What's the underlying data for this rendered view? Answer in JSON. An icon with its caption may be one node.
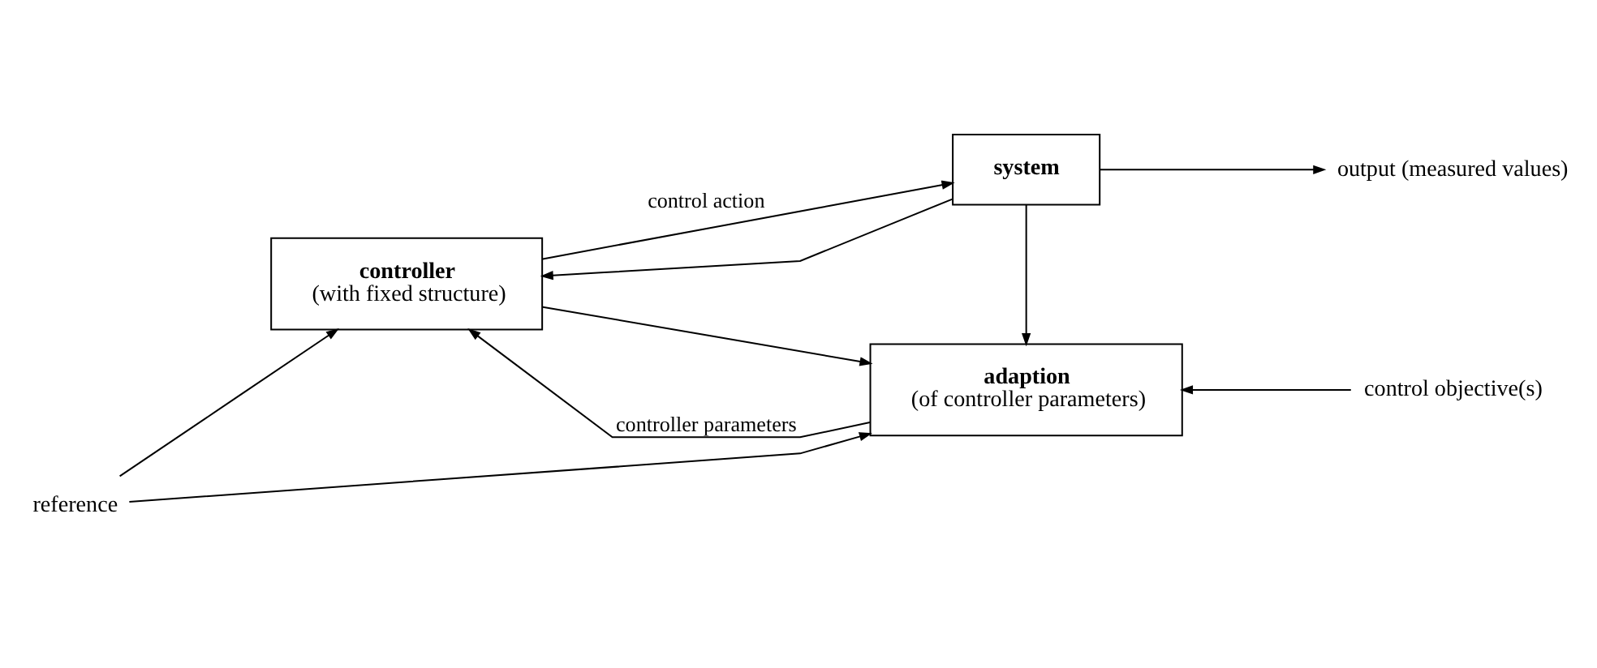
{
  "diagram": {
    "nodes": [
      {
        "text": [
          "controller",
          "(with fixed structure)"
        ]
      },
      {
        "text": [
          "system"
        ]
      },
      {
        "text": [
          "adaption",
          "(of controller parameters)"
        ]
      },
      {
        "text": [
          "reference"
        ]
      },
      {
        "text": [
          "output (measured values)"
        ]
      },
      {
        "text": [
          "control objective(s)"
        ]
      }
    ],
    "edges": [
      {
        "from": 3,
        "to": 0,
        "arrow": "to"
      },
      {
        "from": 3,
        "to": 2,
        "arrow": "to"
      },
      {
        "from": 0,
        "to": 1,
        "arrow": "to",
        "label": "control action"
      },
      {
        "from": 0,
        "to": 2,
        "arrow": "to"
      },
      {
        "from": 1,
        "to": 4,
        "arrow": "to"
      },
      {
        "from": 1,
        "to": 2,
        "arrow": "to"
      },
      {
        "from": 1,
        "to": 0,
        "arrow": "to"
      },
      {
        "from": 5,
        "to": 2,
        "arrow": "to"
      },
      {
        "from": 2,
        "to": 0,
        "arrow": "to",
        "label": "controller parameters"
      }
    ]
  }
}
